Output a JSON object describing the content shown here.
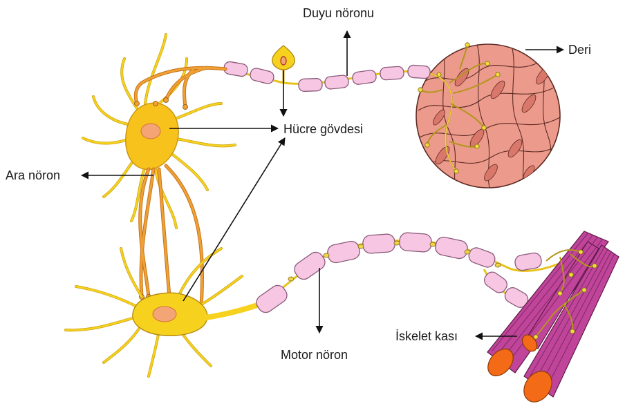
{
  "labels": {
    "sensory_neuron": "Duyu nöronu",
    "skin": "Deri",
    "cell_body": "Hücre gövdesi",
    "interneuron": "Ara nöron",
    "motor_neuron": "Motor nöron",
    "skeletal_muscle": "İskelet kası"
  },
  "colors": {
    "myelin": "#f6c6e2",
    "neuron_yellow": "#f6d21e",
    "interneuron_orange": "#f0a134",
    "nucleus": "#f4a576",
    "skin": "#ec9a8c",
    "muscle": "#c0449a",
    "muscle_cut": "#f36b16"
  }
}
